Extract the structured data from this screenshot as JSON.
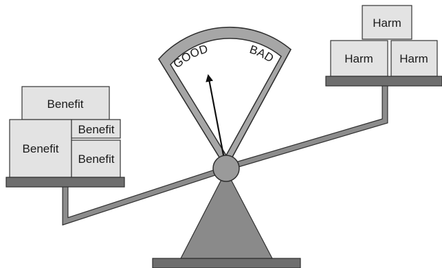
{
  "dial": {
    "good_label": "GOOD",
    "bad_label": "BAD"
  },
  "left_pan": {
    "boxes": [
      "Benefit",
      "Benefit",
      "Benefit",
      "Benefit"
    ]
  },
  "right_pan": {
    "boxes": [
      "Harm",
      "Harm",
      "Harm"
    ]
  }
}
